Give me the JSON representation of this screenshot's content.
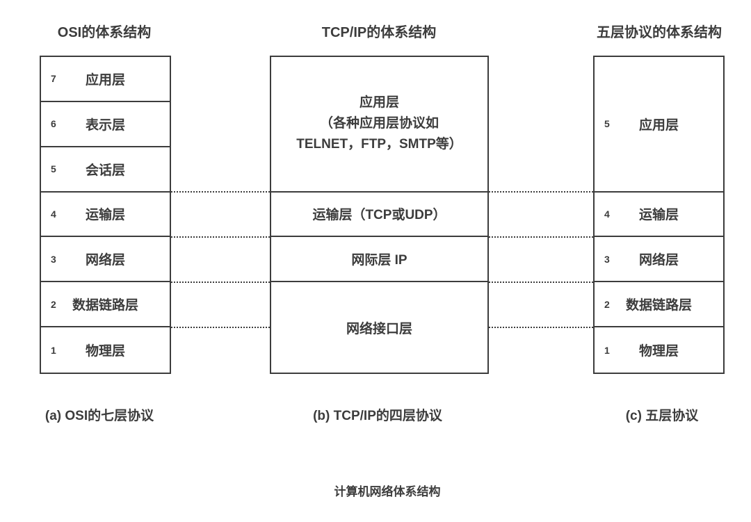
{
  "colors": {
    "background": "#ffffff",
    "line": "#3c3c3c",
    "text": "#3c3c3c"
  },
  "footer_title": "计算机网络体系结构",
  "columns": [
    {
      "id": "osi",
      "header": "OSI的体系结构",
      "caption": "(a) OSI的七层协议",
      "layers": [
        {
          "num": "7",
          "label": "应用层"
        },
        {
          "num": "6",
          "label": "表示层"
        },
        {
          "num": "5",
          "label": "会话层"
        },
        {
          "num": "4",
          "label": "运输层"
        },
        {
          "num": "3",
          "label": "网络层"
        },
        {
          "num": "2",
          "label": "数据链路层"
        },
        {
          "num": "1",
          "label": "物理层"
        }
      ]
    },
    {
      "id": "tcpip",
      "header": "TCP/IP的体系结构",
      "caption": "(b) TCP/IP的四层协议",
      "layers": [
        {
          "units": 3,
          "label_lines": [
            "应用层",
            "（各种应用层协议如",
            "TELNET，FTP，SMTP等）"
          ]
        },
        {
          "units": 1,
          "label": "运输层（TCP或UDP）"
        },
        {
          "units": 1,
          "label": "网际层 IP"
        },
        {
          "units": 2,
          "label": "网络接口层"
        }
      ]
    },
    {
      "id": "five-layer",
      "header": "五层协议的体系结构",
      "caption": "(c) 五层协议",
      "layers": [
        {
          "num": "5",
          "label": "应用层",
          "units": 3
        },
        {
          "num": "4",
          "label": "运输层",
          "units": 1
        },
        {
          "num": "3",
          "label": "网络层",
          "units": 1
        },
        {
          "num": "2",
          "label": "数据链路层",
          "units": 1
        },
        {
          "num": "1",
          "label": "物理层",
          "units": 1
        }
      ]
    }
  ]
}
